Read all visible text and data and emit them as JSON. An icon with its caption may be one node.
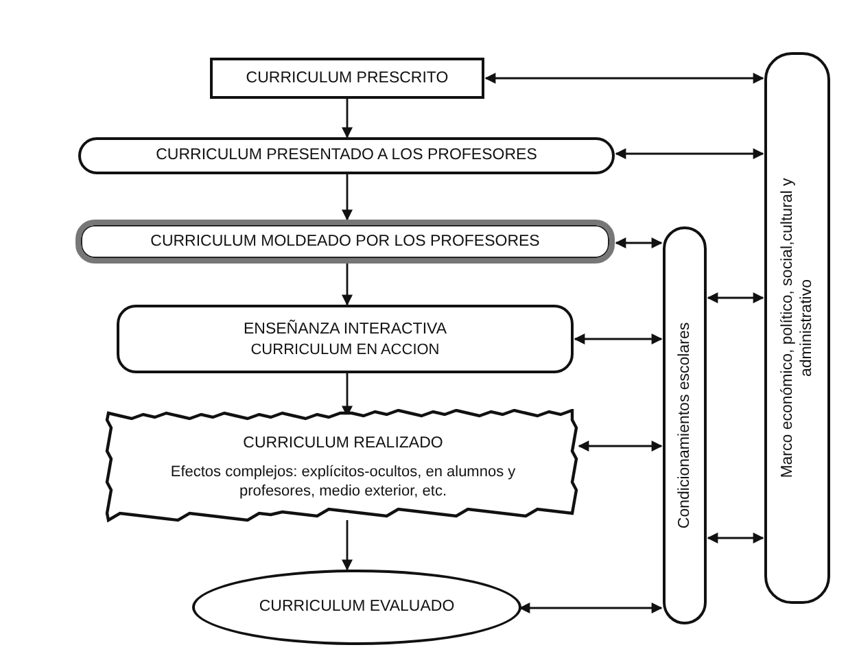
{
  "diagram": {
    "nodes": [
      {
        "text": [
          "CURRICULUM PRESCRITO"
        ]
      },
      {
        "text": [
          "CURRICULUM PRESENTADO A LOS PROFESORES"
        ]
      },
      {
        "text": [
          "CURRICULUM MOLDEADO POR LOS PROFESORES"
        ]
      },
      {
        "text": [
          "ENSEÑANZA INTERACTIVA",
          "CURRICULUM EN ACCION"
        ]
      },
      {
        "text": [
          "CURRICULUM REALIZADO",
          "Efectos complejos: explícitos-ocultos, en alumnos y profesores, medio exterior, etc."
        ]
      },
      {
        "text": [
          "CURRICULUM EVALUADO"
        ]
      },
      {
        "text": [
          "Condicionamientos escolares"
        ]
      },
      {
        "text": [
          "Marco económico, político, social,cultural y administrativo"
        ]
      }
    ],
    "edges": [
      {
        "from": 0,
        "to": 1,
        "arrow": "to"
      },
      {
        "from": 1,
        "to": 2,
        "arrow": "to"
      },
      {
        "from": 2,
        "to": 3,
        "arrow": "to"
      },
      {
        "from": 3,
        "to": 4,
        "arrow": "to"
      },
      {
        "from": 4,
        "to": 5,
        "arrow": "to"
      },
      {
        "from": 0,
        "to": 7,
        "arrow": "both"
      },
      {
        "from": 1,
        "to": 7,
        "arrow": "both"
      },
      {
        "from": 2,
        "to": 6,
        "arrow": "both"
      },
      {
        "from": 3,
        "to": 6,
        "arrow": "both"
      },
      {
        "from": 4,
        "to": 6,
        "arrow": "both"
      },
      {
        "from": 5,
        "to": 6,
        "arrow": "both"
      },
      {
        "from": 6,
        "to": 7,
        "arrow": "both"
      },
      {
        "from": 6,
        "to": 7,
        "arrow": "both"
      }
    ]
  }
}
